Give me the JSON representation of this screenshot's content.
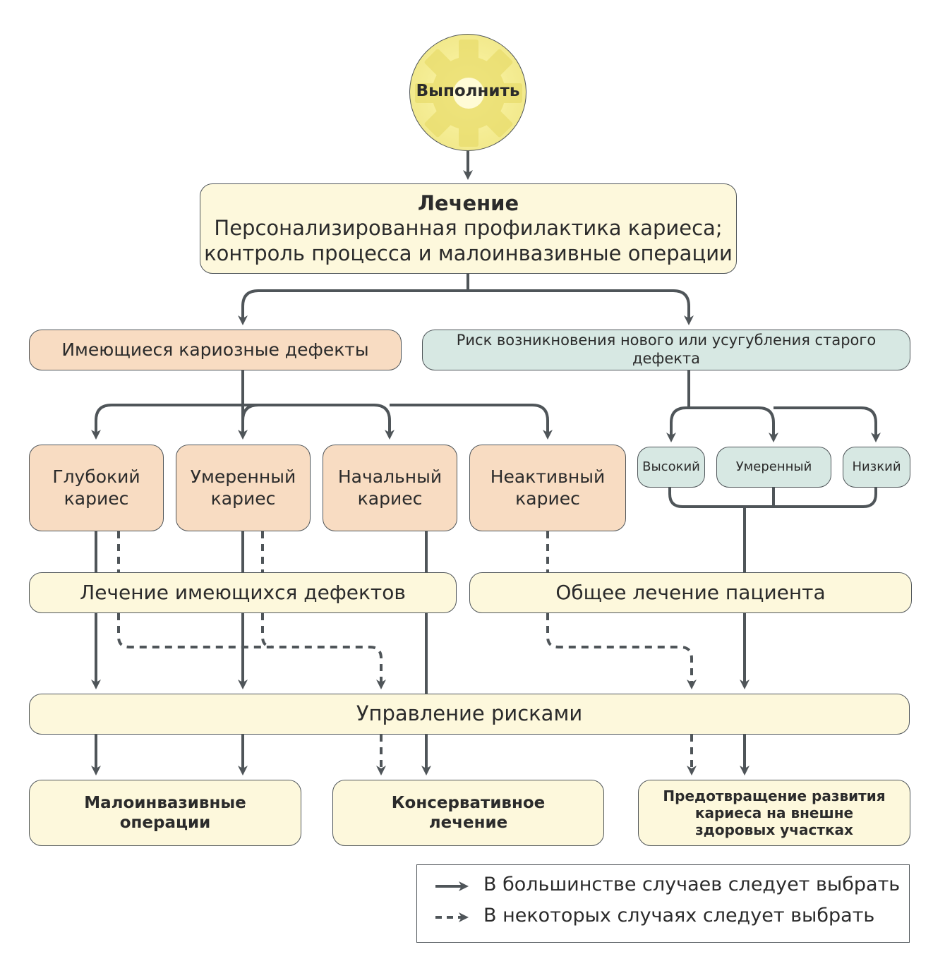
{
  "colors": {
    "line": "#4f5559",
    "yellow_box": "#fdf8dc",
    "peach_box": "#f8dcc2",
    "teal_box": "#d7e8e3",
    "gear": "#f4ec93"
  },
  "start": {
    "label": "Выполнить",
    "icon": "gear-icon"
  },
  "treatment": {
    "title": "Лечение",
    "line1": "Персонализированная профилактика кариеса;",
    "line2": "контроль процесса и малоинвазивные операции"
  },
  "defects": {
    "label": "Имеющиеся кариозные дефекты"
  },
  "risk": {
    "label": "Риск возникновения нового или усугубления старого дефекта"
  },
  "caries": [
    {
      "line1": "Глубокий",
      "line2": "кариес"
    },
    {
      "line1": "Умеренный",
      "line2": "кариес"
    },
    {
      "line1": "Начальный",
      "line2": "кариес"
    },
    {
      "line1": "Неактивный",
      "line2": "кариес"
    }
  ],
  "risk_levels": [
    "Высокий",
    "Умеренный",
    "Низкий"
  ],
  "treat_defects": {
    "label": "Лечение имеющихся дефектов"
  },
  "general_treatment": {
    "label": "Общее лечение пациента"
  },
  "risk_management": {
    "label": "Управление рисками"
  },
  "outcomes": {
    "minimally_invasive": {
      "line1": "Малоинвазивные",
      "line2": "операции"
    },
    "conservative": {
      "line1": "Консервативное",
      "line2": "лечение"
    },
    "prevention": {
      "line1": "Предотвращение развития",
      "line2": "кариеса на внешне",
      "line3": "здоровых участках"
    }
  },
  "legend": {
    "solid": "В большинстве случаев следует выбрать",
    "dashed": "В некоторых случаях следует выбрать"
  }
}
